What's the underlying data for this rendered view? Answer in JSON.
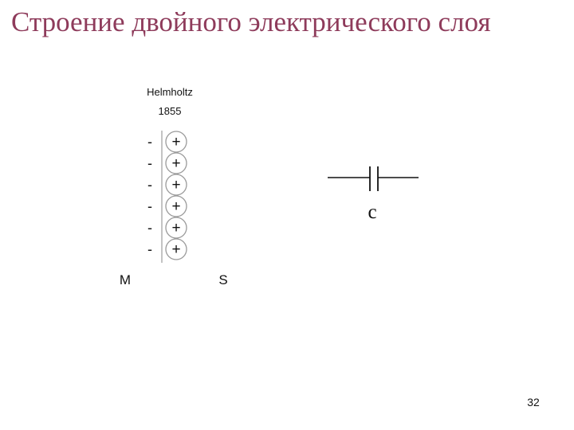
{
  "slide": {
    "title": "Строение двойного электрического слоя",
    "page_number": "32"
  },
  "helmholtz_model": {
    "author": "Helmholtz",
    "year": "1855",
    "negative_charge_symbol": "-",
    "positive_ion_symbol": "+",
    "charge_pairs": 6,
    "metal_label": "M",
    "solution_label": "S"
  },
  "capacitor": {
    "label": "c"
  },
  "colors": {
    "title": "#8e3b5b",
    "ink": "#111111",
    "ion_outline": "#9a9a9a",
    "interface_line": "#b0b0b0"
  }
}
